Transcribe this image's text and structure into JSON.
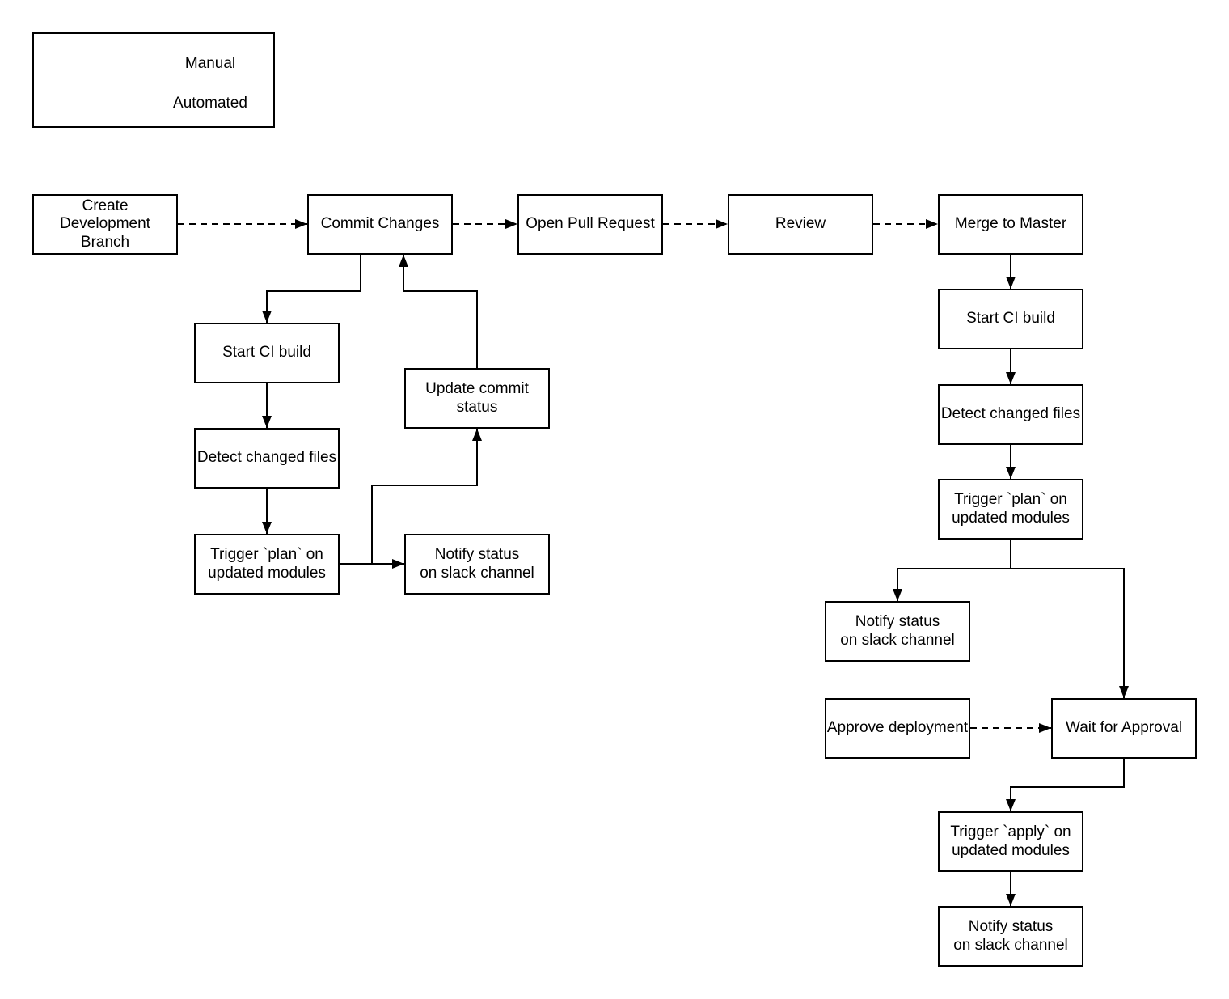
{
  "legend": {
    "items": [
      {
        "label": "Manual",
        "style": "dashed-arrow"
      },
      {
        "label": "Automated",
        "style": "solid-arrow"
      }
    ]
  },
  "nodes": {
    "create_dev_branch": {
      "label": "Create\nDevelopment Branch"
    },
    "commit_changes": {
      "label": "Commit Changes"
    },
    "open_pull_request": {
      "label": "Open Pull Request"
    },
    "review": {
      "label": "Review"
    },
    "merge_to_master": {
      "label": "Merge to Master"
    },
    "start_ci_build_left": {
      "label": "Start CI build"
    },
    "detect_changed_left": {
      "label": "Detect changed files"
    },
    "trigger_plan_left": {
      "label": "Trigger `plan` on\nupdated modules"
    },
    "update_commit_status": {
      "label": "Update commit\nstatus"
    },
    "notify_slack_left": {
      "label": "Notify status\non slack channel"
    },
    "start_ci_build_right": {
      "label": "Start CI build"
    },
    "detect_changed_right": {
      "label": "Detect changed files"
    },
    "trigger_plan_right": {
      "label": "Trigger `plan` on\nupdated modules"
    },
    "notify_slack_plan": {
      "label": "Notify status\non slack channel"
    },
    "approve_deployment": {
      "label": "Approve deployment"
    },
    "wait_for_approval": {
      "label": "Wait for Approval"
    },
    "trigger_apply": {
      "label": "Trigger `apply` on\nupdated modules"
    },
    "notify_slack_apply": {
      "label": "Notify status\non slack channel"
    }
  },
  "colors": {
    "line": "#000000",
    "background": "#ffffff"
  }
}
